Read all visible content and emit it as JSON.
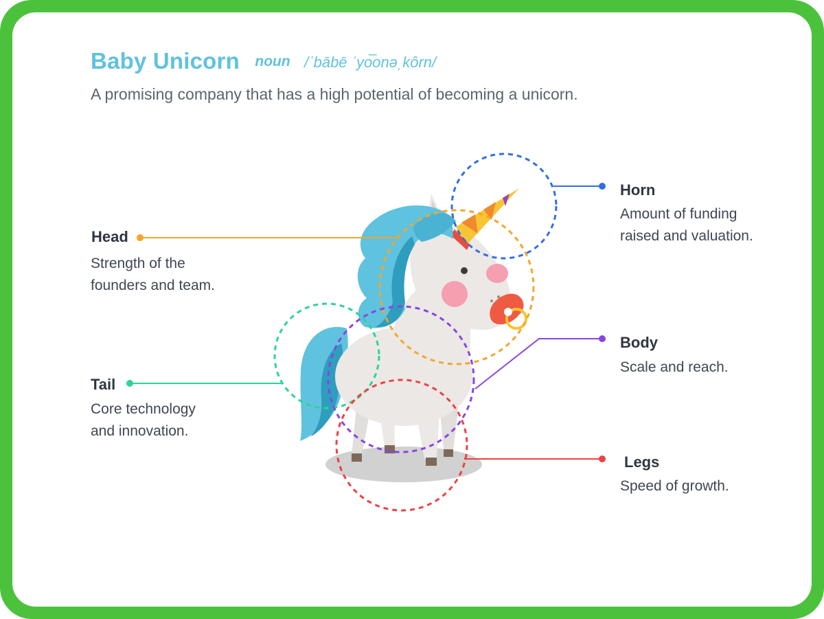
{
  "title": {
    "term": "Baby Unicorn",
    "part_of_speech": "noun",
    "pronunciation": "/ˈbābē ˈyo͞onəˌkôrn/"
  },
  "definition": "A promising company that has a high potential of becoming a unicorn.",
  "parts": {
    "head": {
      "label": "Head",
      "desc_line1": "Strength of the",
      "desc_line2": "founders and team.",
      "color": "#f5a52b"
    },
    "tail": {
      "label": "Tail",
      "desc_line1": "Core technology",
      "desc_line2": "and innovation.",
      "color": "#2ed396"
    },
    "horn": {
      "label": "Horn",
      "desc_line1": "Amount of funding",
      "desc_line2": "raised and valuation.",
      "color": "#2f6fe4"
    },
    "body": {
      "label": "Body",
      "desc_line1": "Scale and reach.",
      "color": "#8a43e6"
    },
    "legs": {
      "label": "Legs",
      "desc_line1": "Speed of growth.",
      "color": "#ee4141"
    }
  },
  "colors": {
    "frame": "#4cc23c",
    "accent": "#5fc2de",
    "mane": "#5fc2de",
    "unicorn_body": "#ebe8e6",
    "horn": "#f7c533"
  }
}
